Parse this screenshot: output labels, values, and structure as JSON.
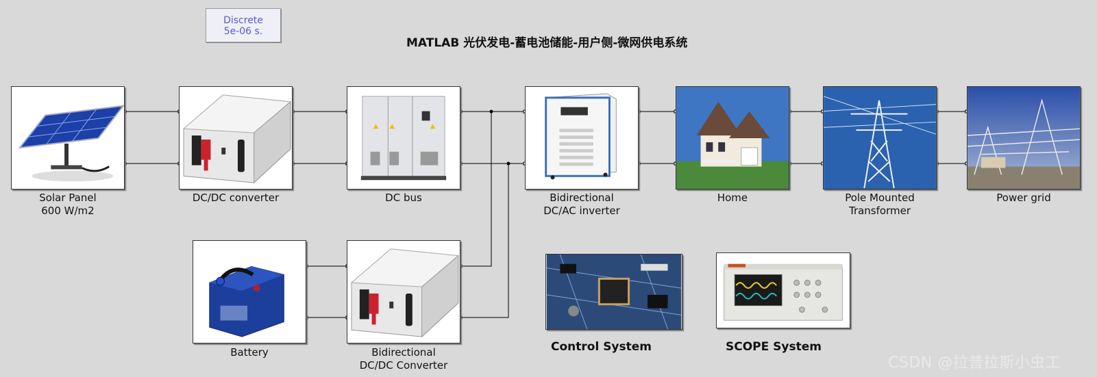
{
  "solver": {
    "line1": "Discrete",
    "line2": "5e-06 s."
  },
  "title": "MATLAB 光伏发电-蓄电池储能-用户侧-微网供电系统",
  "blocks": {
    "solar_panel": {
      "line1": "Solar Panel",
      "line2": "600 W/m2"
    },
    "dcdc_converter": {
      "line1": "DC/DC converter"
    },
    "dc_bus": {
      "line1": "DC bus"
    },
    "inverter": {
      "line1": "Bidirectional",
      "line2": "DC/AC inverter"
    },
    "home": {
      "line1": "Home"
    },
    "transformer": {
      "line1": "Pole Mounted",
      "line2": "Transformer"
    },
    "power_grid": {
      "line1": "Power grid"
    },
    "battery": {
      "line1": "Battery"
    },
    "bidir_converter": {
      "line1": "Bidirectional",
      "line2": "DC/DC Converter"
    }
  },
  "systems": {
    "control": "Control System",
    "scope": "SCOPE  System"
  },
  "watermark": "CSDN @拉普拉斯小虫工"
}
